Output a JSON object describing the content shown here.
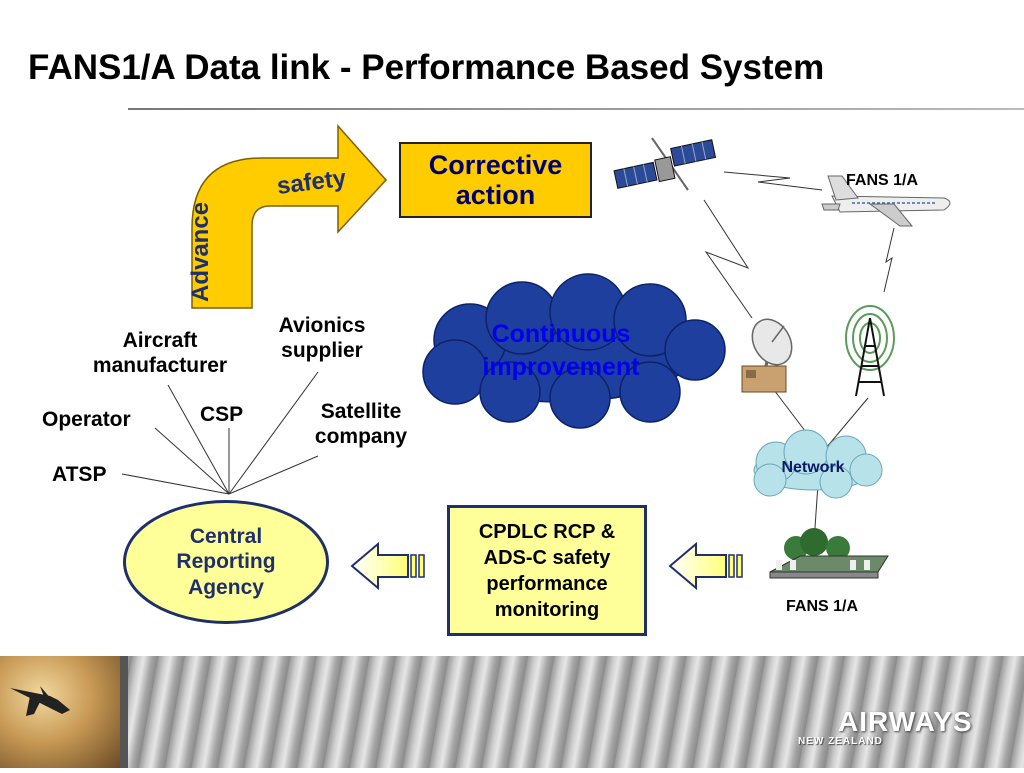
{
  "title": "FANS1/A Data link - Performance Based System",
  "arrow_text": {
    "advance": "Advance",
    "safety": "safety"
  },
  "corrective_action": {
    "line1": "Corrective",
    "line2": "action"
  },
  "continuous_improvement": {
    "line1": "Continuous",
    "line2": "improvement"
  },
  "stakeholders": {
    "aircraft_manufacturer": {
      "line1": "Aircraft",
      "line2": "manufacturer"
    },
    "avionics_supplier": {
      "line1": "Avionics",
      "line2": "supplier"
    },
    "operator": "Operator",
    "csp": "CSP",
    "satellite_company": {
      "line1": "Satellite",
      "line2": "company"
    },
    "atsp": "ATSP"
  },
  "central_reporting_agency": {
    "line1": "Central",
    "line2": "Reporting",
    "line3": "Agency"
  },
  "monitoring_box": {
    "line1": "CPDLC RCP &",
    "line2": "ADS-C safety",
    "line3": "performance",
    "line4": "monitoring"
  },
  "network": "Network",
  "fans_aircraft_label": "FANS 1/A",
  "fans_ground_label": "FANS 1/A",
  "footer": {
    "brand": "AIRWAYS",
    "sub": "NEW ZEALAND"
  },
  "colors": {
    "accent_orange": "#FFCC00",
    "box_fill": "#FFFF99",
    "cloud_blue": "#1F3F9F",
    "network_cloud": "#B8E2EA",
    "text_blue": "#0000EE",
    "border_navy": "#1F2F6B"
  },
  "icons": [
    "satellite-icon",
    "airplane-icon",
    "satellite-dish-icon",
    "radio-tower-icon",
    "building-icon",
    "cloud-icon",
    "arrow-left-icon"
  ]
}
